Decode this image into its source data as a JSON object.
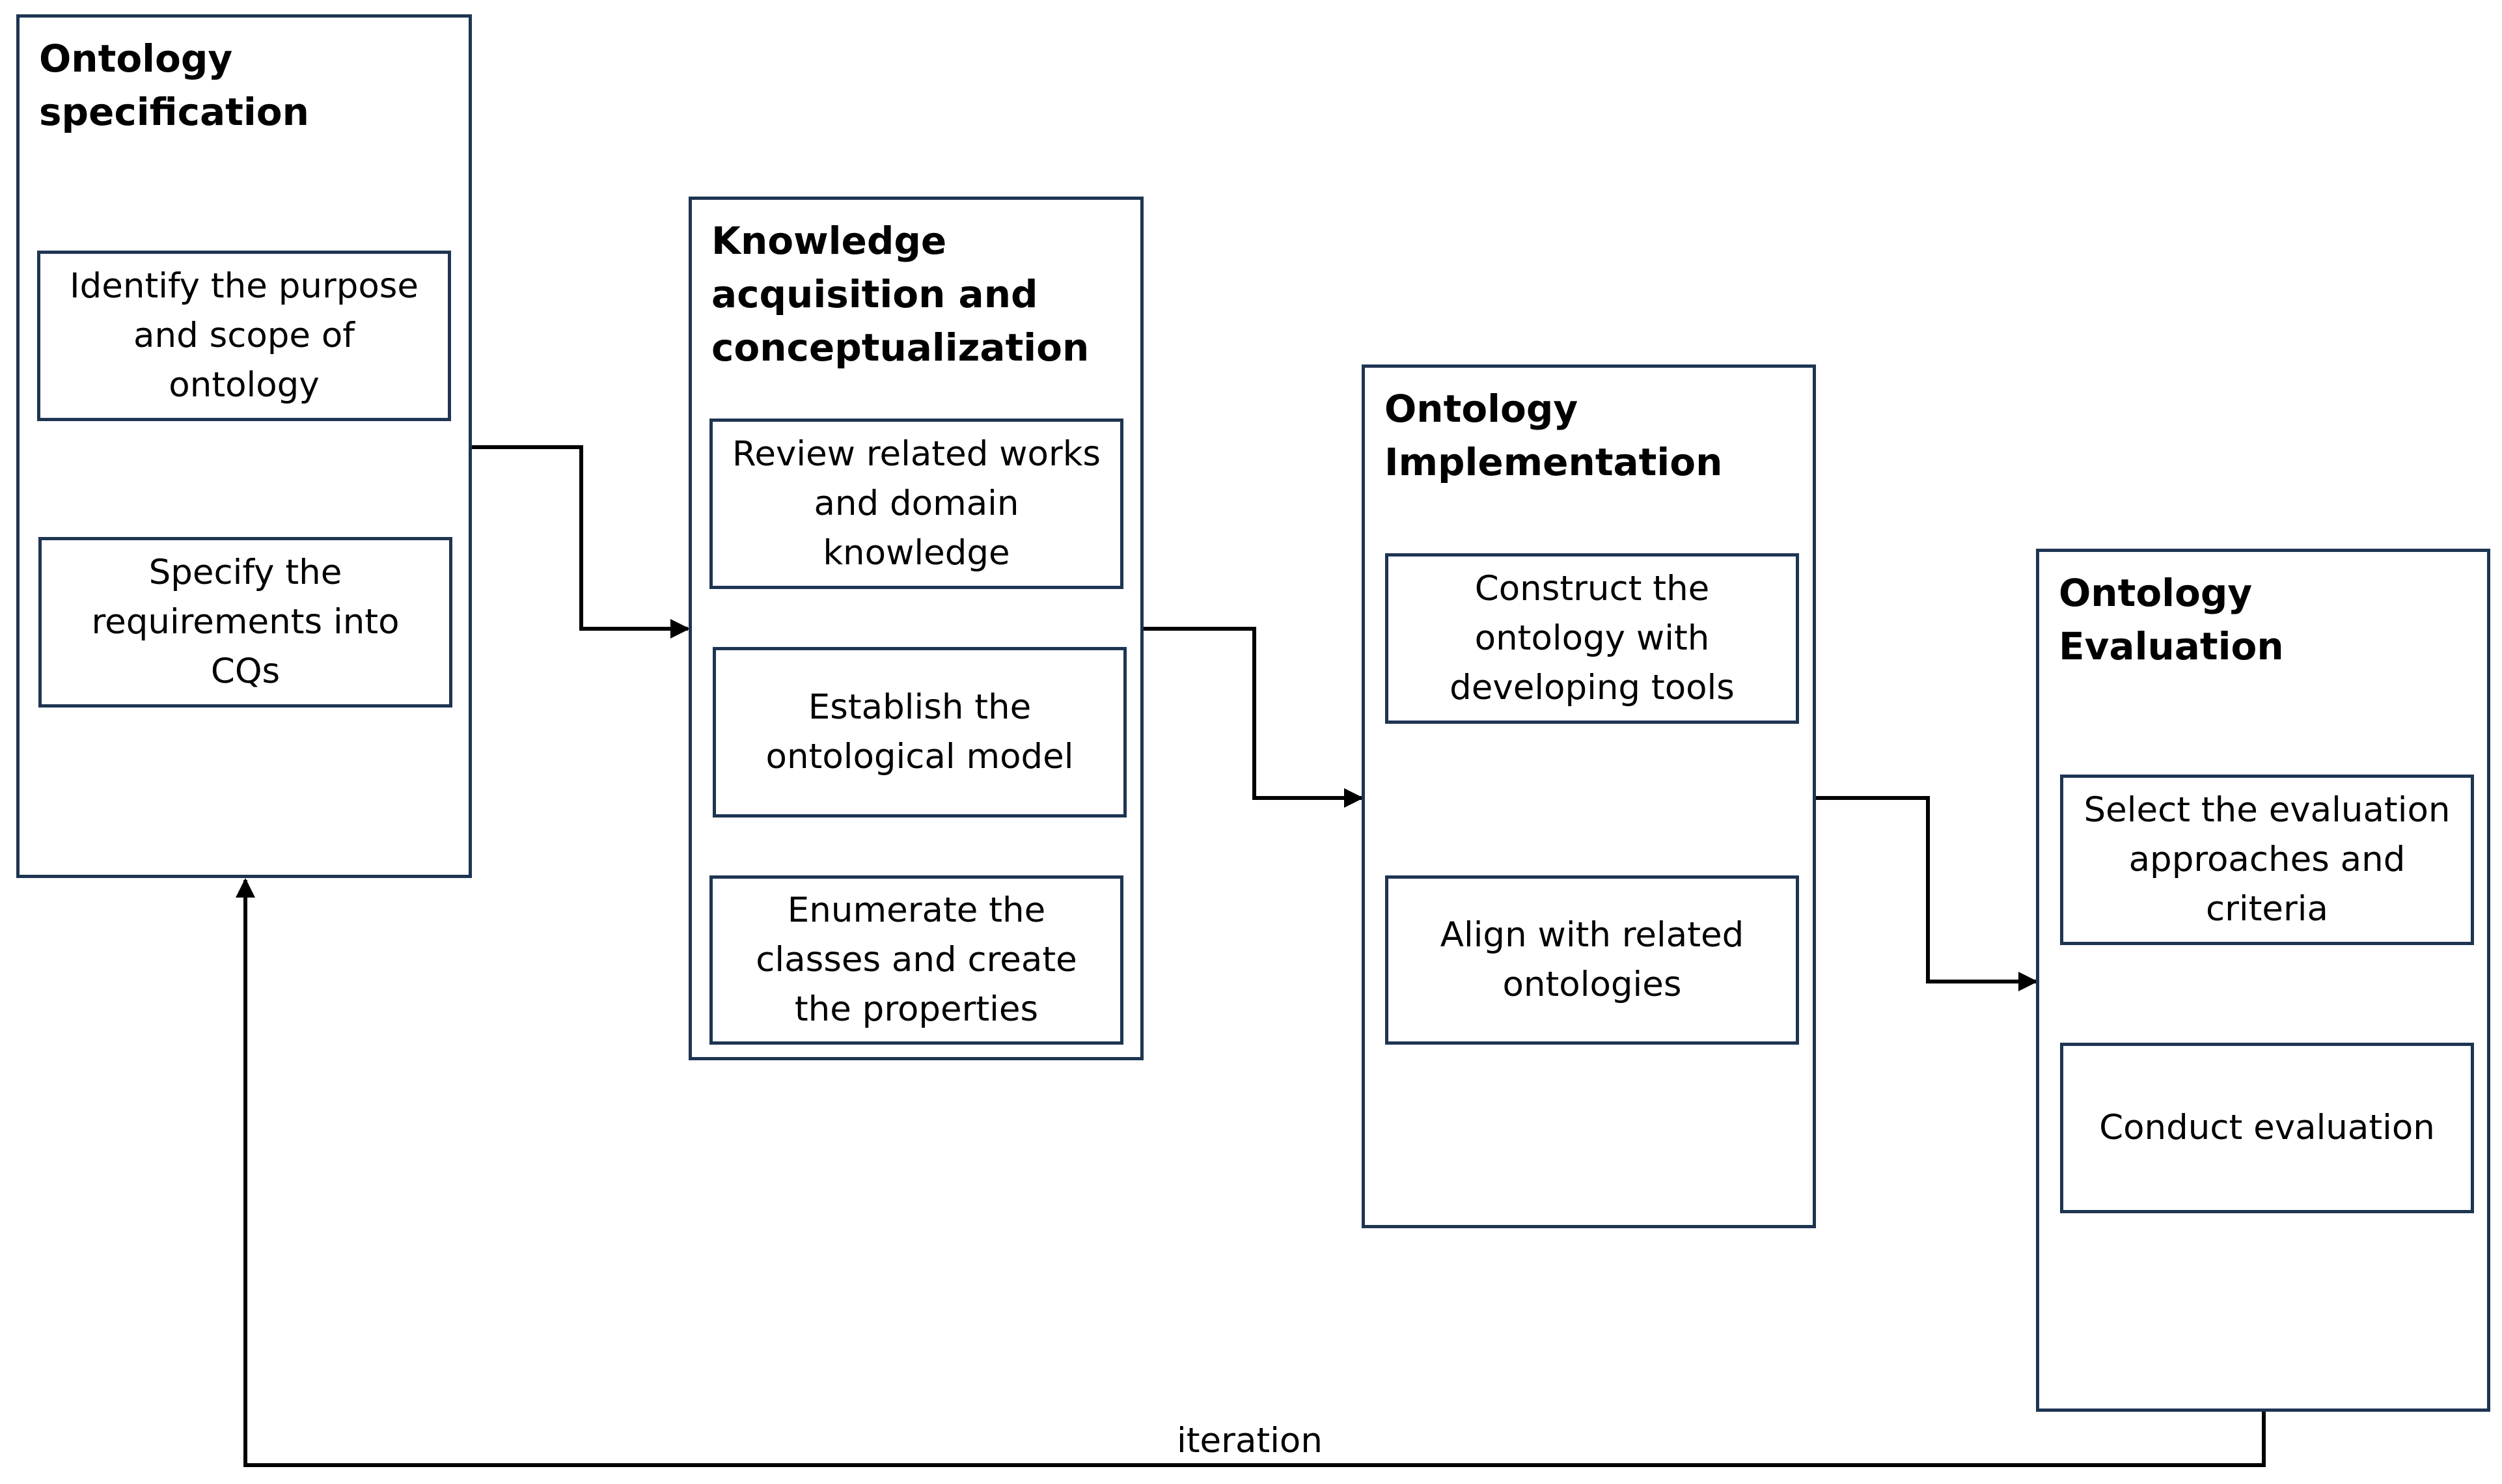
{
  "phases": [
    {
      "title": "Ontology\nspecification",
      "steps": [
        "Identify the purpose\nand scope of\nontology",
        "Specify the\nrequirements into\nCQs"
      ]
    },
    {
      "title": "Knowledge\nacquisition and\nconceptualization",
      "steps": [
        "Review related works\nand domain\nknowledge",
        "Establish the\nontological model",
        "Enumerate the\nclasses and create\nthe properties"
      ]
    },
    {
      "title": "Ontology\nImplementation",
      "steps": [
        "Construct the\nontology with\ndeveloping tools",
        "Align with related\nontologies"
      ]
    },
    {
      "title": "Ontology Evaluation",
      "steps": [
        "Select the evaluation\napproaches and\ncriteria",
        "Conduct evaluation"
      ]
    }
  ],
  "iteration_label": "iteration",
  "colors": {
    "box_border": "#1e3552",
    "connector": "#000000",
    "background": "#ffffff"
  }
}
